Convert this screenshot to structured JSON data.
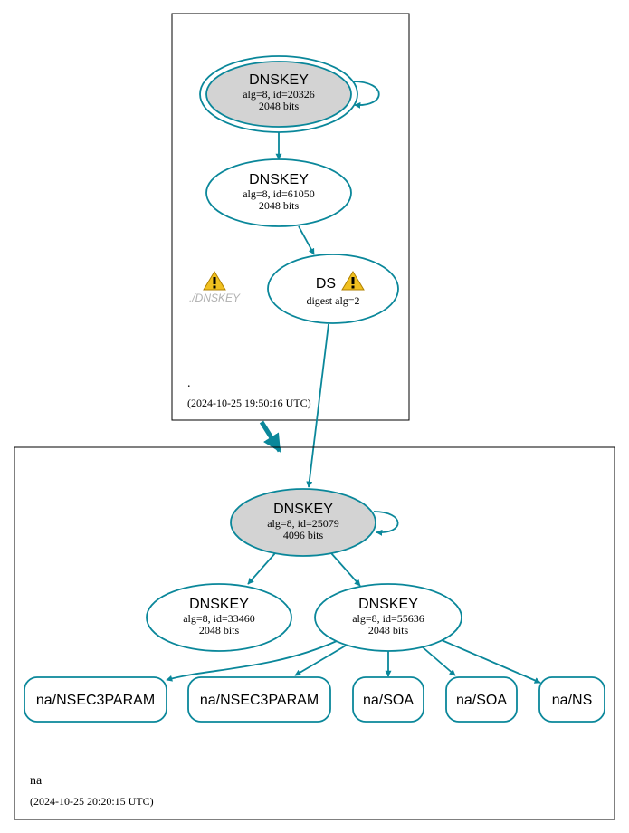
{
  "colors": {
    "edge": "#0a879a",
    "node_fill_ksk": "#d3d3d3",
    "node_fill": "#ffffff",
    "border": "#000000",
    "warning": "#f0c020",
    "muted_label": "#b0b0b0"
  },
  "zones": {
    "root": {
      "name": ".",
      "timestamp": "(2024-10-25 19:50:16 UTC)",
      "nodes": {
        "ksk": {
          "type": "DNSKEY",
          "detail": "alg=8, id=20326",
          "bits": "2048 bits"
        },
        "zsk": {
          "type": "DNSKEY",
          "detail": "alg=8, id=61050",
          "bits": "2048 bits"
        },
        "ds": {
          "type": "DS",
          "detail": "digest alg=2"
        },
        "missing": {
          "label": "./DNSKEY"
        }
      }
    },
    "na": {
      "name": "na",
      "timestamp": "(2024-10-25 20:20:15 UTC)",
      "nodes": {
        "ksk": {
          "type": "DNSKEY",
          "detail": "alg=8, id=25079",
          "bits": "4096 bits"
        },
        "key1": {
          "type": "DNSKEY",
          "detail": "alg=8, id=33460",
          "bits": "2048 bits"
        },
        "key2": {
          "type": "DNSKEY",
          "detail": "alg=8, id=55636",
          "bits": "2048 bits"
        }
      },
      "rrsets": [
        {
          "label": "na/NSEC3PARAM"
        },
        {
          "label": "na/NSEC3PARAM"
        },
        {
          "label": "na/SOA"
        },
        {
          "label": "na/SOA"
        },
        {
          "label": "na/NS"
        }
      ]
    }
  }
}
